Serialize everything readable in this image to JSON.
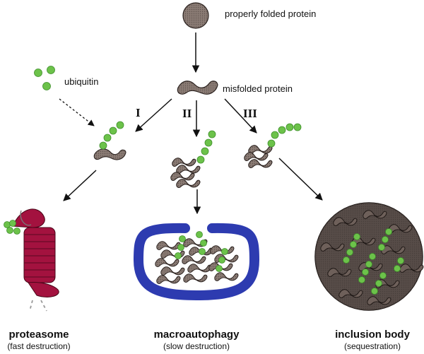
{
  "labels": {
    "properly_folded": "properly folded protein",
    "ubiquitin": "ubiquitin",
    "misfolded": "misfolded protein"
  },
  "pathways": [
    {
      "roman": "I",
      "title": "proteasome",
      "subtitle": "(fast destruction)"
    },
    {
      "roman": "II",
      "title": "macroautophagy",
      "subtitle": "(slow destruction)"
    },
    {
      "roman": "III",
      "title": "inclusion body",
      "subtitle": "(sequestration)"
    }
  ],
  "colors": {
    "protein": "#7d6d66",
    "protein_outline": "#2a211e",
    "ubiquitin": "#6cc24a",
    "proteasome": "#a3123f",
    "autophagosome": "#2d3bb0",
    "aggregate": "#3b3330"
  }
}
